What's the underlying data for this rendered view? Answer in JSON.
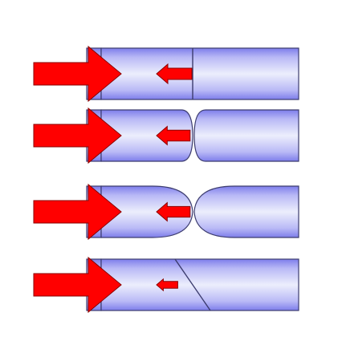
{
  "colors": {
    "background": "#ffffff",
    "rod_light": "#eceefc",
    "rod_mid": "#b9b9f6",
    "rod_dark": "#7d7deb",
    "outline": "#3c3c6e",
    "arrow_fill": "#ff0000",
    "arrow_stroke": "#8a0000"
  },
  "rows": [
    {
      "joint_type": "flat-contact",
      "reaction_arrow_scale": 1.0
    },
    {
      "joint_type": "slight-necking",
      "reaction_arrow_scale": 0.95
    },
    {
      "joint_type": "necking",
      "reaction_arrow_scale": 0.95
    },
    {
      "joint_type": "inclined-slip",
      "reaction_arrow_scale": 0.6
    }
  ]
}
